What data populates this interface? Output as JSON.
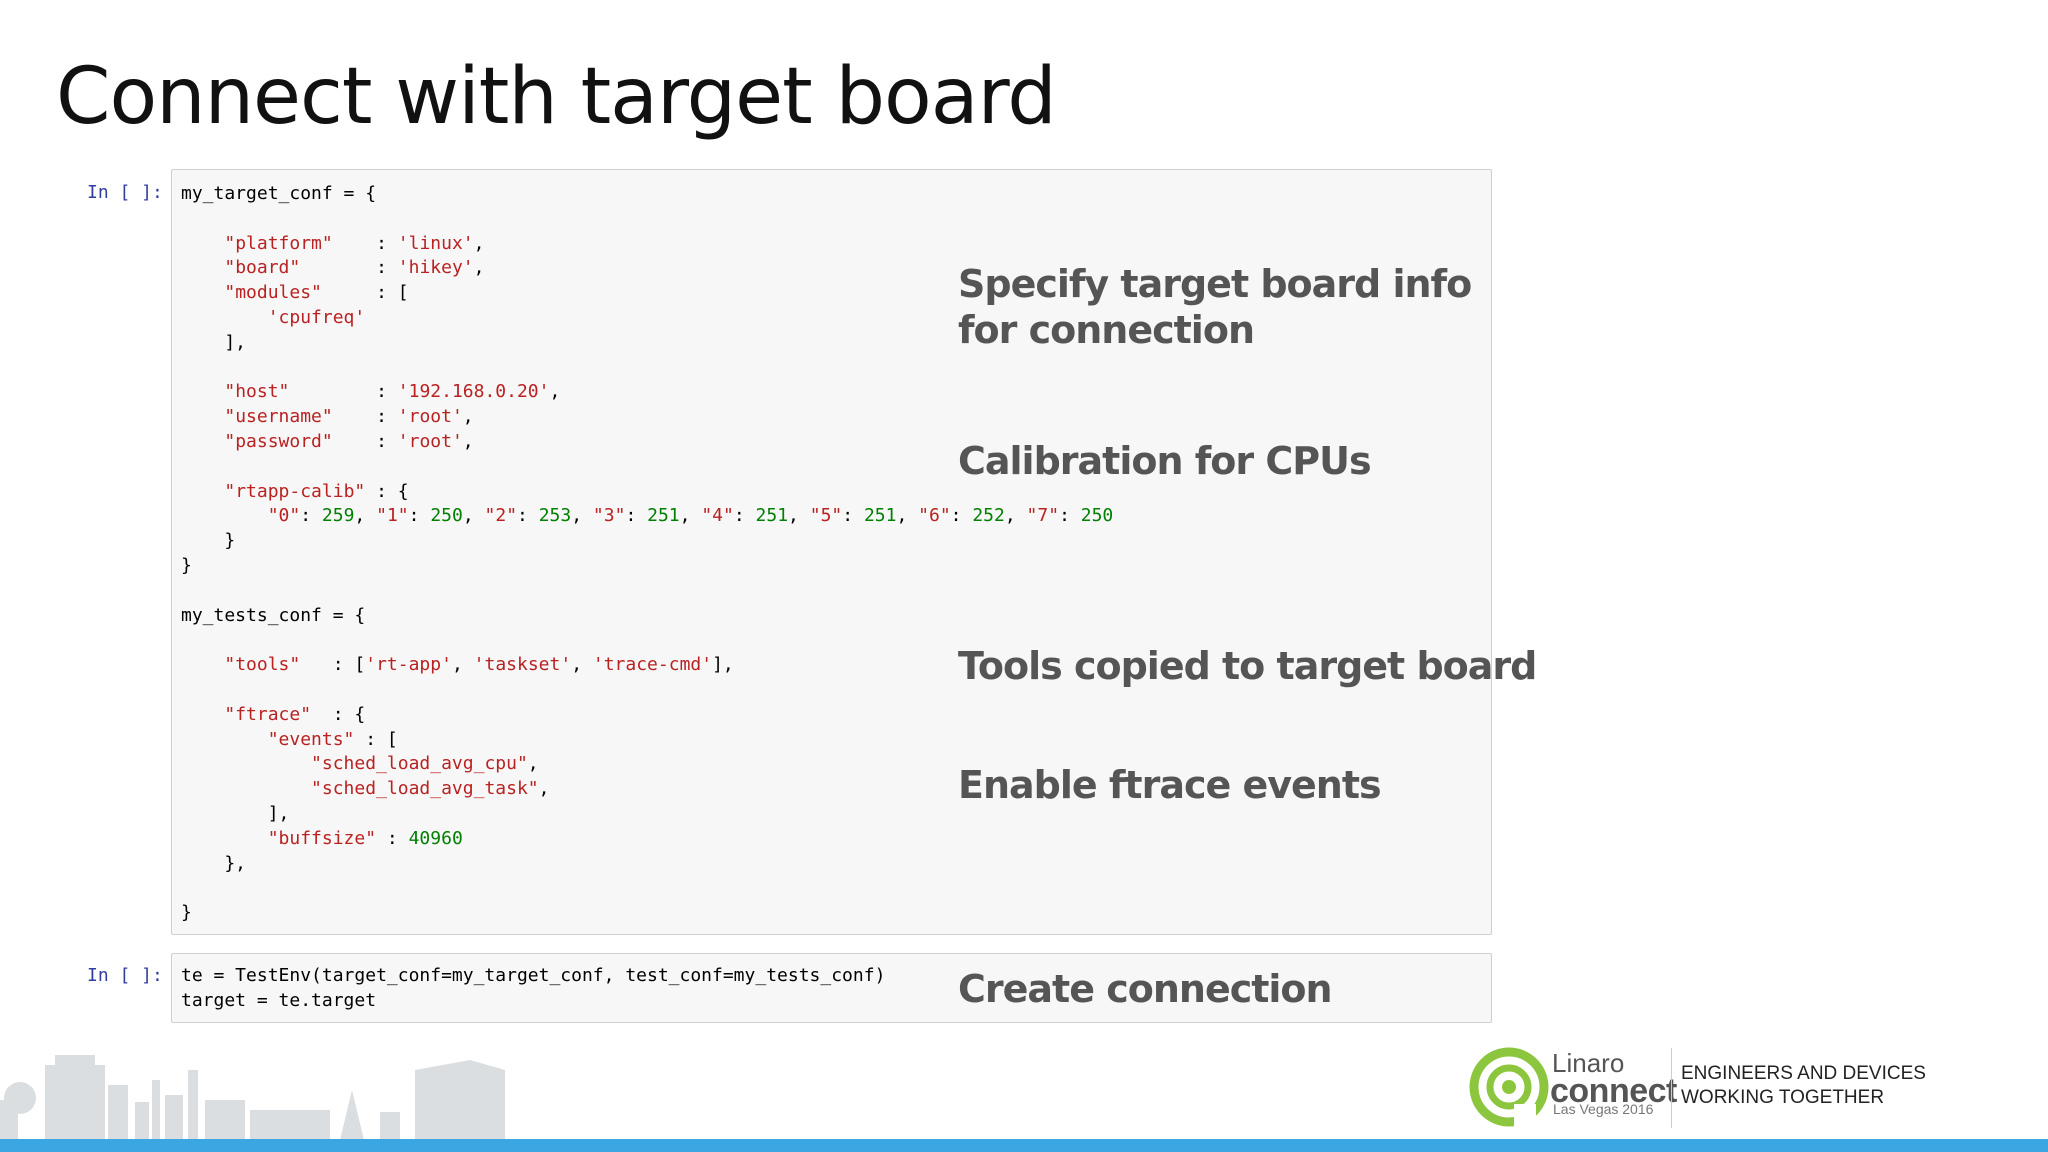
{
  "slide": {
    "title": "Connect with target board"
  },
  "cells": [
    {
      "prompt": "In [ ]:",
      "lines": [
        [
          {
            "t": "my_target_conf = {",
            "c": ""
          }
        ],
        [],
        [
          {
            "t": "    ",
            "c": ""
          },
          {
            "t": "\"platform\"",
            "c": "s"
          },
          {
            "t": "    : ",
            "c": ""
          },
          {
            "t": "'linux'",
            "c": "s"
          },
          {
            "t": ",",
            "c": ""
          }
        ],
        [
          {
            "t": "    ",
            "c": ""
          },
          {
            "t": "\"board\"",
            "c": "s"
          },
          {
            "t": "       : ",
            "c": ""
          },
          {
            "t": "'hikey'",
            "c": "s"
          },
          {
            "t": ",",
            "c": ""
          }
        ],
        [
          {
            "t": "    ",
            "c": ""
          },
          {
            "t": "\"modules\"",
            "c": "s"
          },
          {
            "t": "     : [",
            "c": ""
          }
        ],
        [
          {
            "t": "        ",
            "c": ""
          },
          {
            "t": "'cpufreq'",
            "c": "s"
          }
        ],
        [
          {
            "t": "    ],",
            "c": ""
          }
        ],
        [],
        [
          {
            "t": "    ",
            "c": ""
          },
          {
            "t": "\"host\"",
            "c": "s"
          },
          {
            "t": "        : ",
            "c": ""
          },
          {
            "t": "'192.168.0.20'",
            "c": "s"
          },
          {
            "t": ",",
            "c": ""
          }
        ],
        [
          {
            "t": "    ",
            "c": ""
          },
          {
            "t": "\"username\"",
            "c": "s"
          },
          {
            "t": "    : ",
            "c": ""
          },
          {
            "t": "'root'",
            "c": "s"
          },
          {
            "t": ",",
            "c": ""
          }
        ],
        [
          {
            "t": "    ",
            "c": ""
          },
          {
            "t": "\"password\"",
            "c": "s"
          },
          {
            "t": "    : ",
            "c": ""
          },
          {
            "t": "'root'",
            "c": "s"
          },
          {
            "t": ",",
            "c": ""
          }
        ],
        [],
        [
          {
            "t": "    ",
            "c": ""
          },
          {
            "t": "\"rtapp-calib\"",
            "c": "s"
          },
          {
            "t": " : {",
            "c": ""
          }
        ],
        [
          {
            "t": "        ",
            "c": ""
          },
          {
            "t": "\"0\"",
            "c": "s"
          },
          {
            "t": ": ",
            "c": ""
          },
          {
            "t": "259",
            "c": "n"
          },
          {
            "t": ", ",
            "c": ""
          },
          {
            "t": "\"1\"",
            "c": "s"
          },
          {
            "t": ": ",
            "c": ""
          },
          {
            "t": "250",
            "c": "n"
          },
          {
            "t": ", ",
            "c": ""
          },
          {
            "t": "\"2\"",
            "c": "s"
          },
          {
            "t": ": ",
            "c": ""
          },
          {
            "t": "253",
            "c": "n"
          },
          {
            "t": ", ",
            "c": ""
          },
          {
            "t": "\"3\"",
            "c": "s"
          },
          {
            "t": ": ",
            "c": ""
          },
          {
            "t": "251",
            "c": "n"
          },
          {
            "t": ", ",
            "c": ""
          },
          {
            "t": "\"4\"",
            "c": "s"
          },
          {
            "t": ": ",
            "c": ""
          },
          {
            "t": "251",
            "c": "n"
          },
          {
            "t": ", ",
            "c": ""
          },
          {
            "t": "\"5\"",
            "c": "s"
          },
          {
            "t": ": ",
            "c": ""
          },
          {
            "t": "251",
            "c": "n"
          },
          {
            "t": ", ",
            "c": ""
          },
          {
            "t": "\"6\"",
            "c": "s"
          },
          {
            "t": ": ",
            "c": ""
          },
          {
            "t": "252",
            "c": "n"
          },
          {
            "t": ", ",
            "c": ""
          },
          {
            "t": "\"7\"",
            "c": "s"
          },
          {
            "t": ": ",
            "c": ""
          },
          {
            "t": "250",
            "c": "n"
          }
        ],
        [
          {
            "t": "    }",
            "c": ""
          }
        ],
        [
          {
            "t": "}",
            "c": ""
          }
        ],
        [],
        [
          {
            "t": "my_tests_conf = {",
            "c": ""
          }
        ],
        [],
        [
          {
            "t": "    ",
            "c": ""
          },
          {
            "t": "\"tools\"",
            "c": "s"
          },
          {
            "t": "   : [",
            "c": ""
          },
          {
            "t": "'rt-app'",
            "c": "s"
          },
          {
            "t": ", ",
            "c": ""
          },
          {
            "t": "'taskset'",
            "c": "s"
          },
          {
            "t": ", ",
            "c": ""
          },
          {
            "t": "'trace-cmd'",
            "c": "s"
          },
          {
            "t": "],",
            "c": ""
          }
        ],
        [],
        [
          {
            "t": "    ",
            "c": ""
          },
          {
            "t": "\"ftrace\"",
            "c": "s"
          },
          {
            "t": "  : {",
            "c": ""
          }
        ],
        [
          {
            "t": "        ",
            "c": ""
          },
          {
            "t": "\"events\"",
            "c": "s"
          },
          {
            "t": " : [",
            "c": ""
          }
        ],
        [
          {
            "t": "            ",
            "c": ""
          },
          {
            "t": "\"sched_load_avg_cpu\"",
            "c": "s"
          },
          {
            "t": ",",
            "c": ""
          }
        ],
        [
          {
            "t": "            ",
            "c": ""
          },
          {
            "t": "\"sched_load_avg_task\"",
            "c": "s"
          },
          {
            "t": ",",
            "c": ""
          }
        ],
        [
          {
            "t": "        ],",
            "c": ""
          }
        ],
        [
          {
            "t": "        ",
            "c": ""
          },
          {
            "t": "\"buffsize\"",
            "c": "s"
          },
          {
            "t": " : ",
            "c": ""
          },
          {
            "t": "40960",
            "c": "n"
          }
        ],
        [
          {
            "t": "    },",
            "c": ""
          }
        ],
        [],
        [
          {
            "t": "}",
            "c": ""
          }
        ]
      ]
    },
    {
      "prompt": "In [ ]:",
      "lines": [
        [
          {
            "t": "te = TestEnv(target_conf=my_target_conf, test_conf=my_tests_conf)",
            "c": ""
          }
        ],
        [
          {
            "t": "target = te.target",
            "c": ""
          }
        ]
      ]
    }
  ],
  "annotations": {
    "board_info": "Specify target board info for connection",
    "calibration": "Calibration for CPUs",
    "tools": "Tools copied to target board",
    "ftrace": "Enable ftrace events",
    "create": "Create connection"
  },
  "footer": {
    "logo_name": "Linaro",
    "logo_connect": "connect",
    "logo_event": "Las Vegas 2016",
    "tagline_line1": "ENGINEERS AND DEVICES",
    "tagline_line2": "WORKING TOGETHER"
  },
  "colors": {
    "prompt": "#303f9f",
    "string": "#ba2121",
    "number": "#008000",
    "annotation": "#555555",
    "accent_bar": "#3aa7e3",
    "logo_green": "#8cc63f"
  }
}
